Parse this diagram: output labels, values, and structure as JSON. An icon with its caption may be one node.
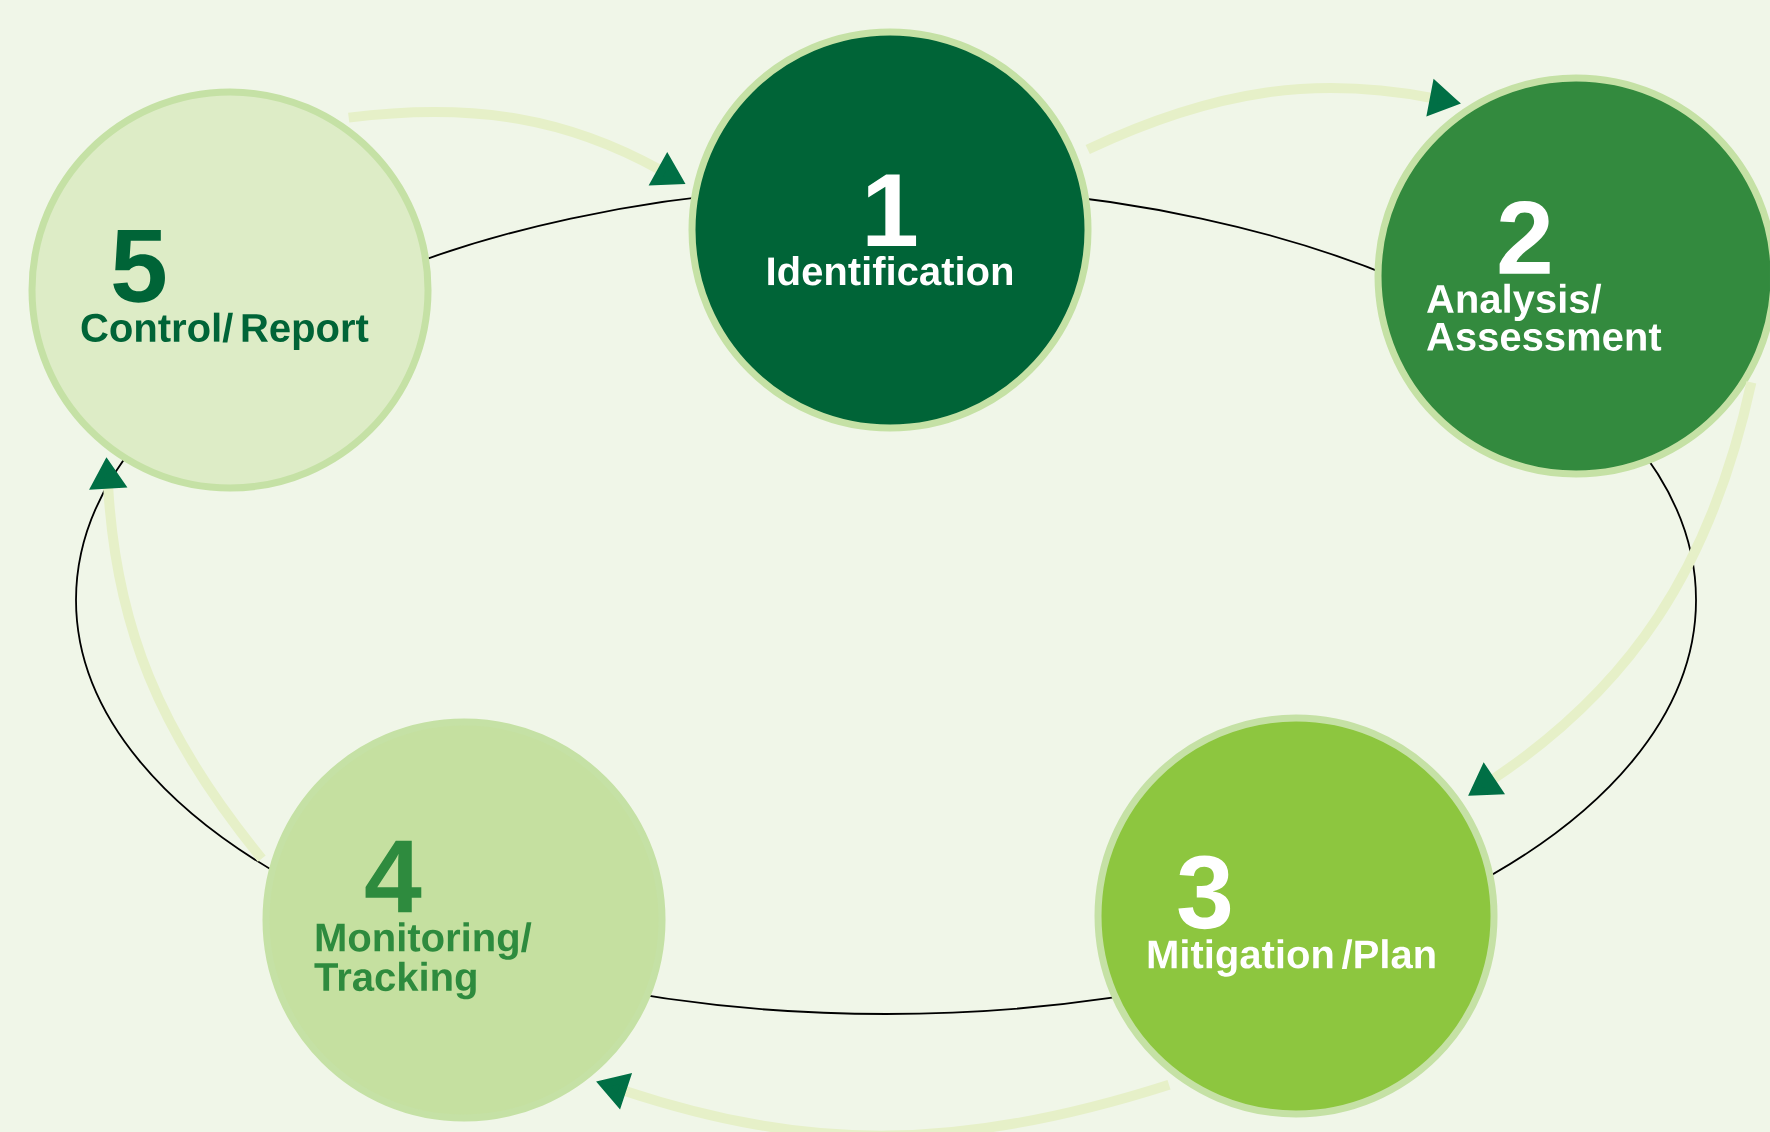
{
  "diagram": {
    "nodes": [
      {
        "text": [
          "1",
          "Identification"
        ]
      },
      {
        "text": [
          "2",
          "Analysis/ Assessment"
        ]
      },
      {
        "text": [
          "3",
          "Mitigation /Plan"
        ]
      },
      {
        "text": [
          "4",
          "Monitoring/ Tracking"
        ]
      },
      {
        "text": [
          "5",
          "Control/ Report"
        ]
      }
    ],
    "edges": [
      {
        "from": 4,
        "to": 0,
        "arrow": "to"
      },
      {
        "from": 0,
        "to": 1,
        "arrow": "to"
      },
      {
        "from": 1,
        "to": 2,
        "arrow": "to"
      },
      {
        "from": 2,
        "to": 3,
        "arrow": "to"
      },
      {
        "from": 3,
        "to": 4,
        "arrow": "to"
      }
    ]
  }
}
